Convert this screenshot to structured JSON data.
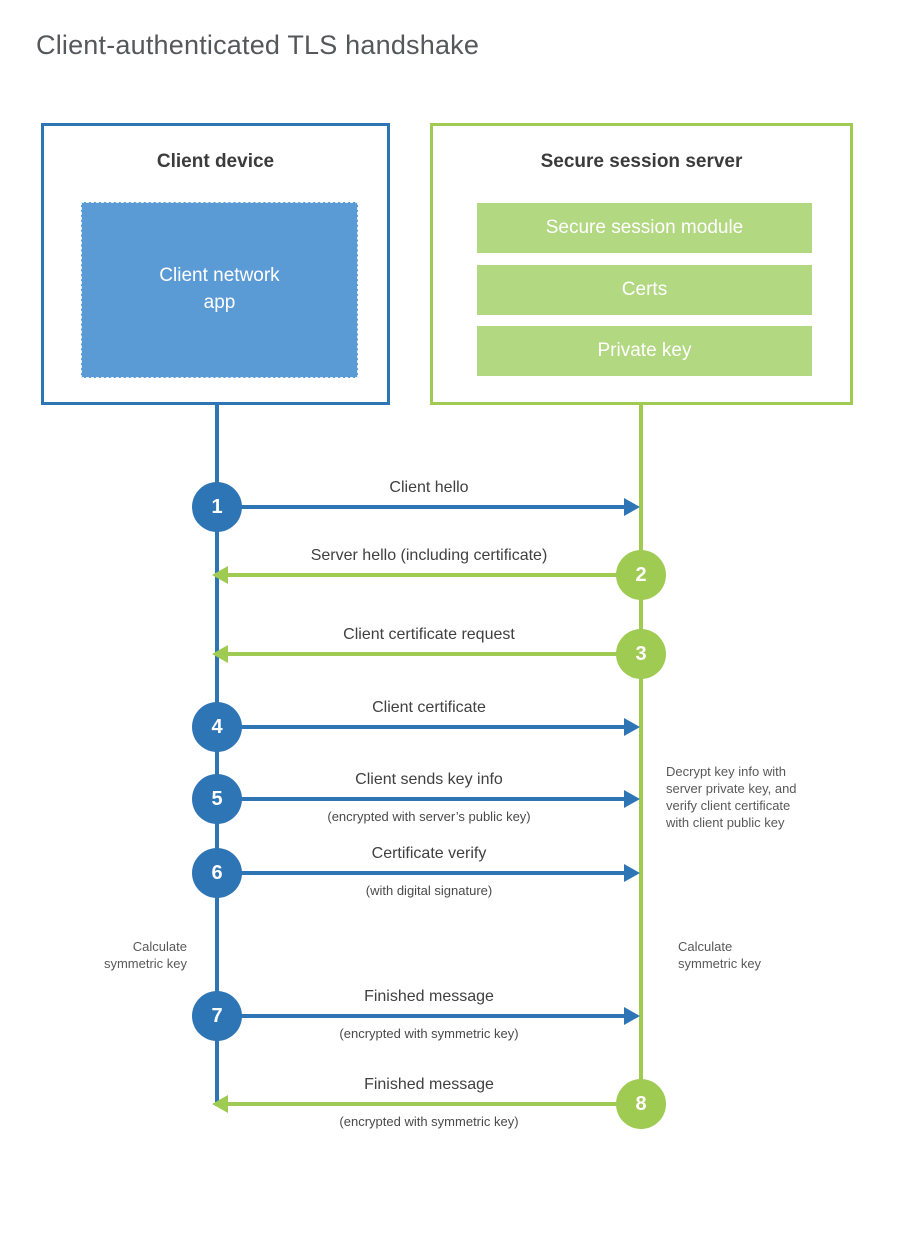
{
  "title": "Client-authenticated TLS handshake",
  "client": {
    "title": "Client device",
    "app_label": "Client network\napp"
  },
  "server": {
    "title": "Secure session server",
    "modules": [
      "Secure session module",
      "Certs",
      "Private key"
    ]
  },
  "steps": [
    {
      "num": "1",
      "label": "Client hello",
      "sub": "",
      "from": "client",
      "direction": "right"
    },
    {
      "num": "2",
      "label": "Server hello (including certificate)",
      "sub": "",
      "from": "server",
      "direction": "left"
    },
    {
      "num": "3",
      "label": "Client certificate request",
      "sub": "",
      "from": "server",
      "direction": "left"
    },
    {
      "num": "4",
      "label": "Client certificate",
      "sub": "",
      "from": "client",
      "direction": "right"
    },
    {
      "num": "5",
      "label": "Client sends key info",
      "sub": "(encrypted with server’s public key)",
      "from": "client",
      "direction": "right"
    },
    {
      "num": "6",
      "label": "Certificate verify",
      "sub": "(with digital signature)",
      "from": "client",
      "direction": "right"
    },
    {
      "num": "7",
      "label": "Finished message",
      "sub": "(encrypted with symmetric key)",
      "from": "client",
      "direction": "right"
    },
    {
      "num": "8",
      "label": "Finished message",
      "sub": "(encrypted with symmetric key)",
      "from": "server",
      "direction": "left"
    }
  ],
  "notes": {
    "decrypt": "Decrypt key info with\nserver private key, and\nverify client certificate\nwith client public key",
    "calc_left": "Calculate\nsymmetric key",
    "calc_right": "Calculate\nsymmetric key"
  },
  "colors": {
    "blue": "#2E75B6",
    "light_blue": "#5B9BD5",
    "green": "#9FCB52",
    "light_green": "#B3D882"
  }
}
